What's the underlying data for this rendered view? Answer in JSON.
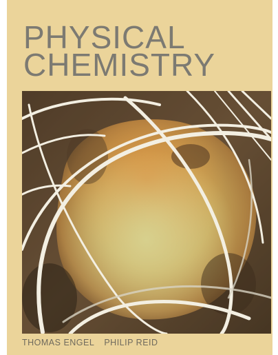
{
  "cover": {
    "title_line1": "PHYSICAL",
    "title_line2": "CHEMISTRY",
    "author1": "THOMAS ENGEL",
    "author2": "PHILIP REID",
    "background_color": "#ebd49a",
    "title_color": "#7c7a72"
  },
  "artwork": {
    "description_icon": "abstract-painting-icon"
  }
}
